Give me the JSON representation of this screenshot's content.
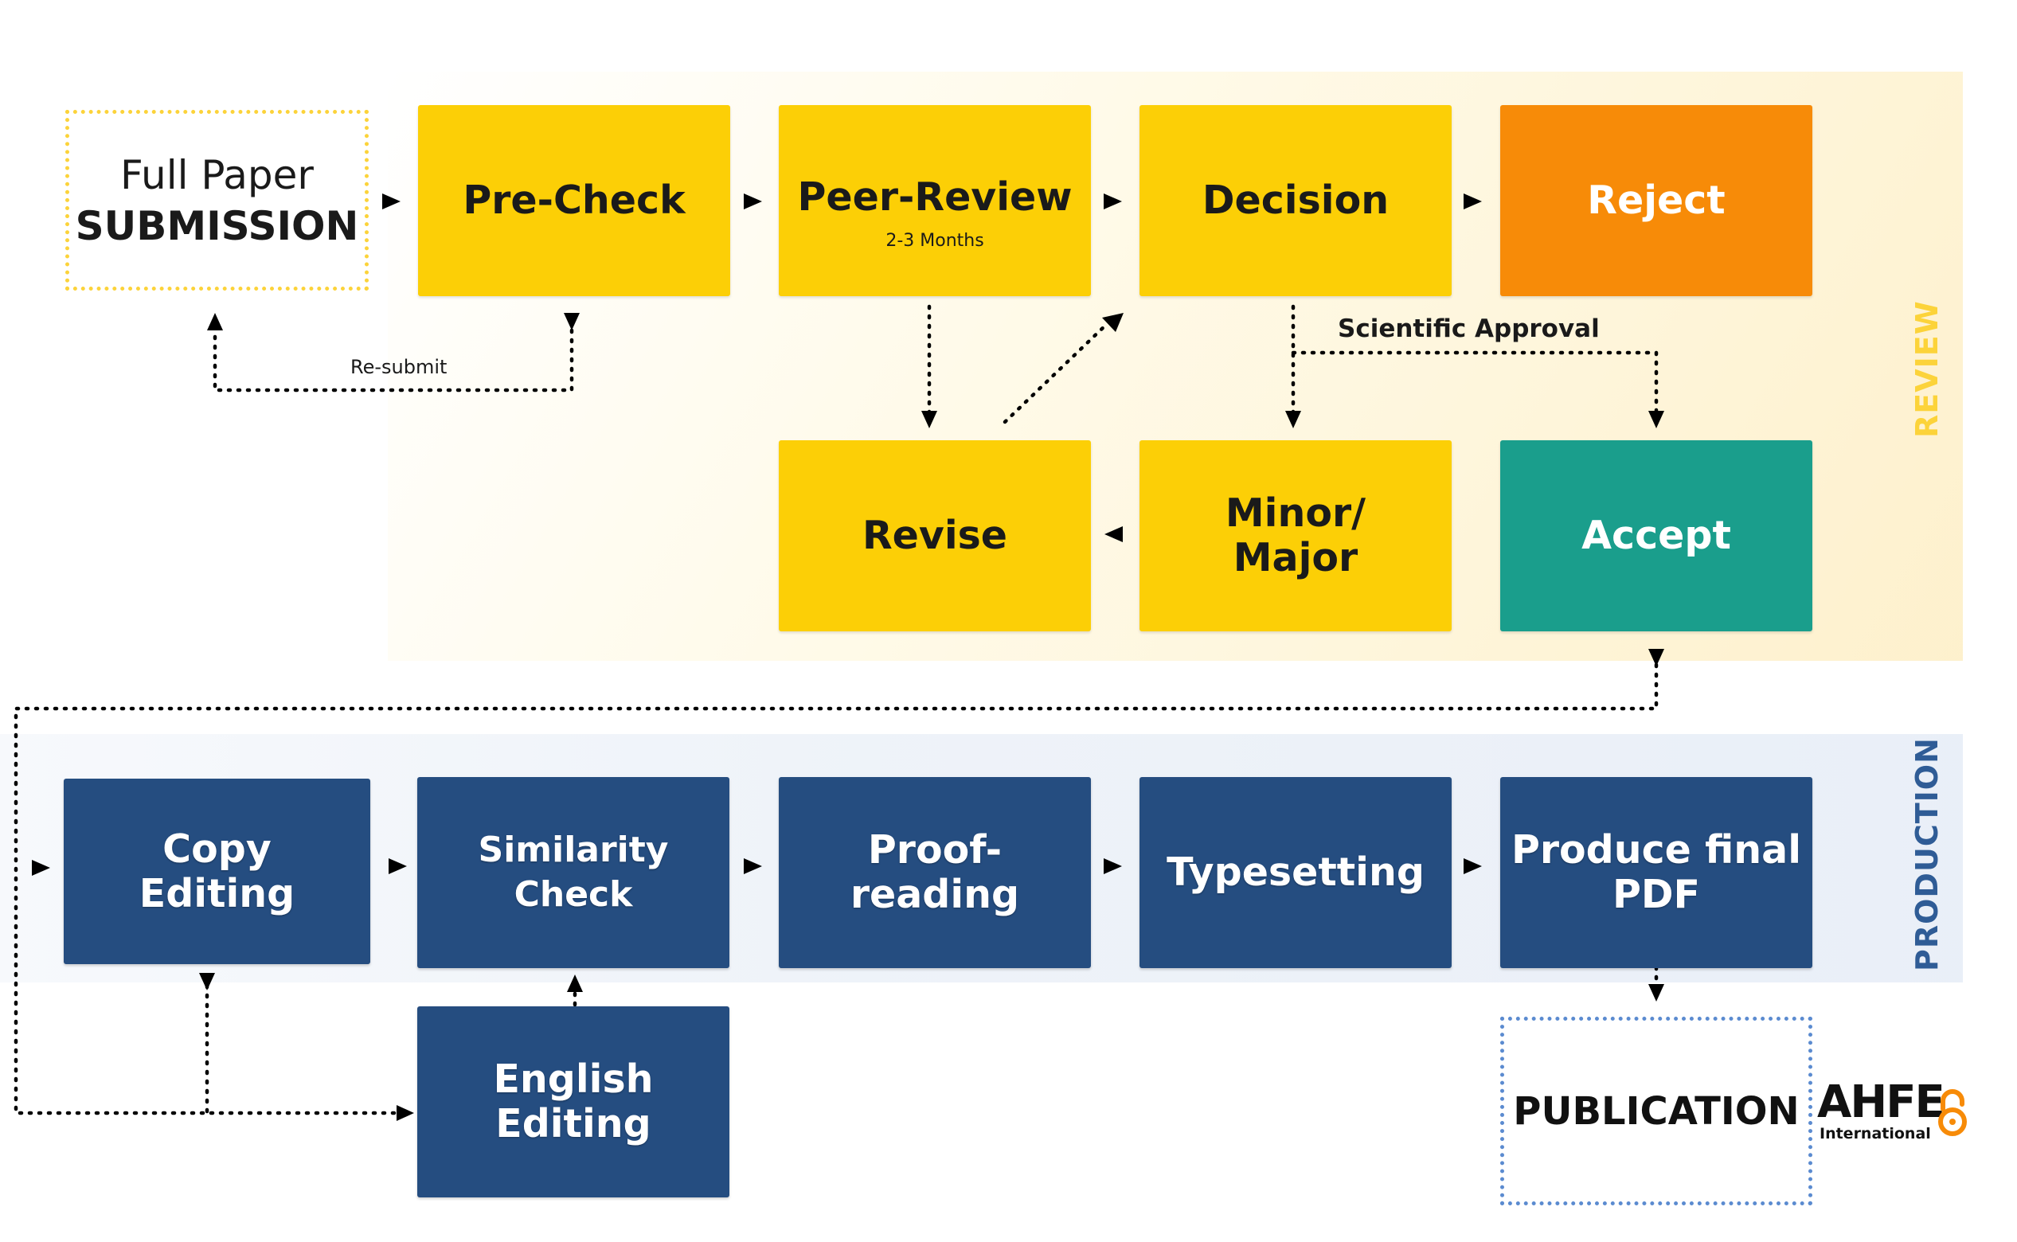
{
  "sections": {
    "review": "REVIEW",
    "production": "PRODUCTION"
  },
  "submission": {
    "line1": "Full Paper",
    "line2": "SUBMISSION"
  },
  "review": {
    "precheck": "Pre-Check",
    "peer_review": "Peer-Review",
    "peer_review_sub": "2-3 Months",
    "decision": "Decision",
    "reject": "Reject",
    "revise": "Revise",
    "minor_major": "Minor/\nMajor",
    "accept": "Accept"
  },
  "edges": {
    "resubmit": "Re-submit",
    "scientific_approval": "Scientific Approval"
  },
  "production": {
    "copy_editing": "Copy\nEditing",
    "similarity_check": "Similarity Check",
    "proofreading": "Proof-\nreading",
    "typesetting": "Typesetting",
    "produce_pdf": "Produce final\nPDF",
    "english_editing": "English\nEditing"
  },
  "publication": "PUBLICATION",
  "logo": {
    "name": "AHFE",
    "sub": "International"
  },
  "colors": {
    "yellow": "#fccf06",
    "orange": "#f78b08",
    "teal": "#1a9e8c",
    "navy": "#254d80",
    "review_label": "#fcd33a",
    "production_label": "#2f5c96",
    "publication_border": "#5b8bd0",
    "logo_accent": "#f78b08"
  }
}
